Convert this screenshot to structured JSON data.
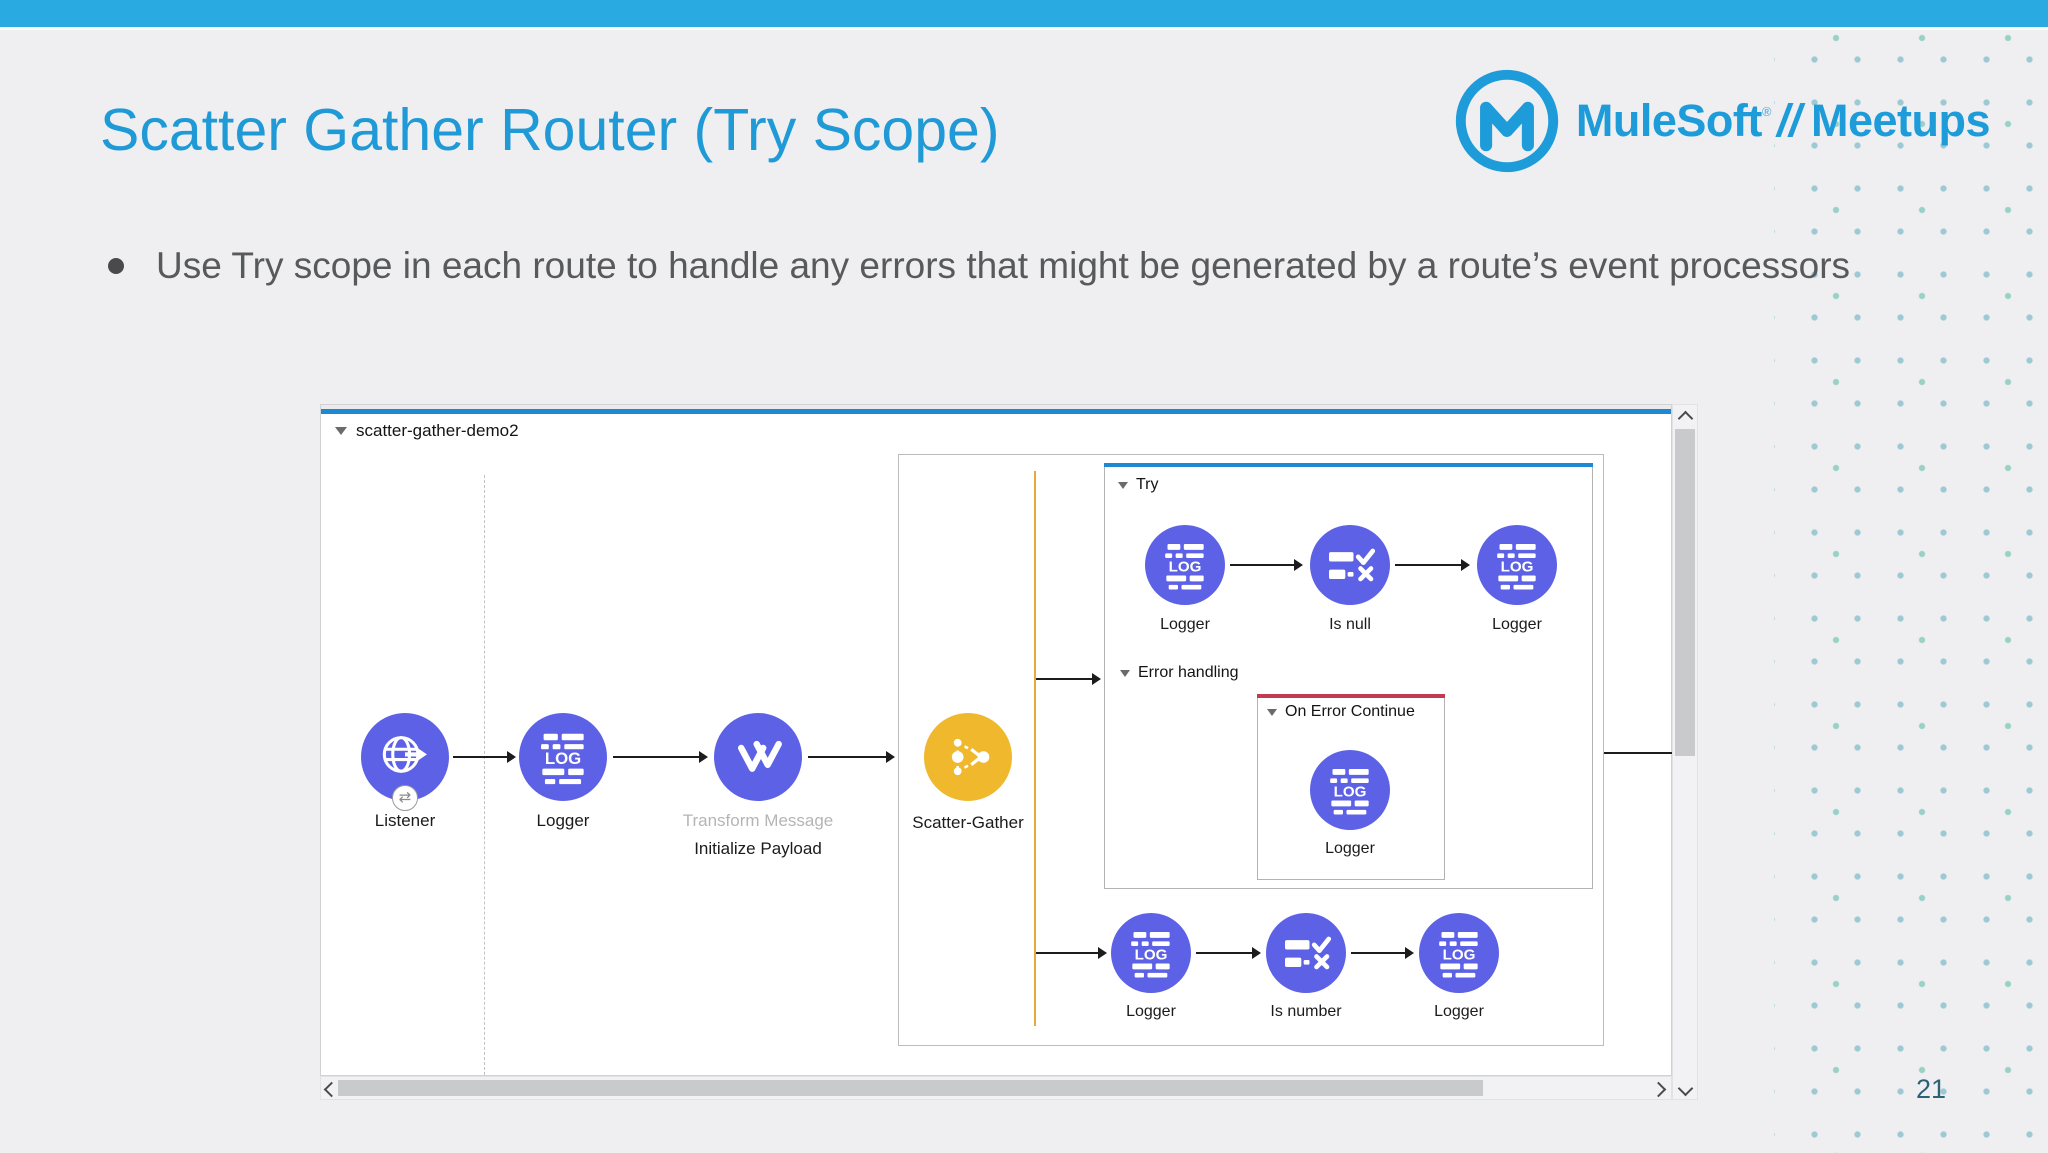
{
  "slide": {
    "title": "Scatter Gather Router (Try Scope)",
    "bullet": "Use Try scope in each route to handle any errors that might be generated by a route’s event processors",
    "page_number": "21"
  },
  "logo": {
    "brand": "MuleSoft",
    "registered_mark": "®",
    "separator": "//",
    "suffix": "Meetups"
  },
  "colors": {
    "top_bar": "#29ABE2",
    "title_blue": "#1F9AD6",
    "logo_blue": "#1E9CD9",
    "node_purple": "#5C61E6",
    "node_yellow": "#EFB82D",
    "try_top_border": "#1E88D2",
    "on_error_top_border": "#C13A52"
  },
  "diagram": {
    "flow_name": "scatter-gather-demo2",
    "main_flow": {
      "listener_label": "Listener",
      "logger_label": "Logger",
      "transform_type_label": "Transform Message",
      "transform_name_label": "Initialize Payload",
      "scatter_gather_label": "Scatter-Gather"
    },
    "try_scope": {
      "title": "Try",
      "logger1_label": "Logger",
      "is_null_label": "Is null",
      "logger2_label": "Logger",
      "error_handling_title": "Error handling",
      "on_error_continue": {
        "title": "On Error Continue",
        "logger_label": "Logger"
      }
    },
    "route2": {
      "logger1_label": "Logger",
      "is_number_label": "Is number",
      "logger2_label": "Logger"
    }
  }
}
